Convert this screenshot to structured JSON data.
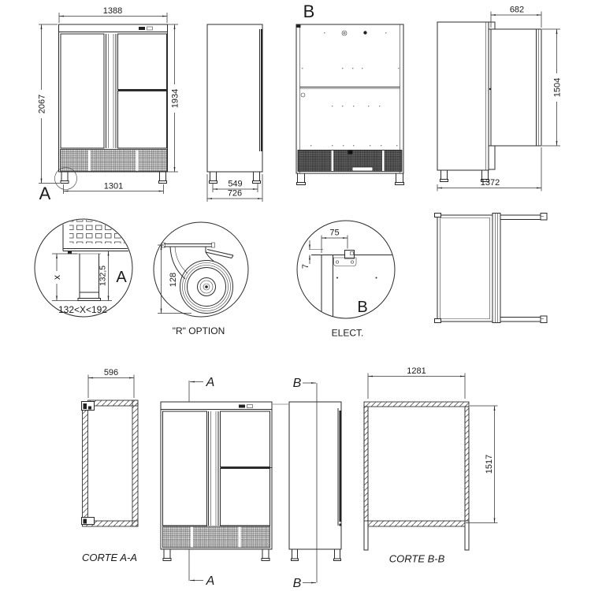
{
  "colors": {
    "line": "#2b2b2b",
    "grille_front": "#d8d8d8",
    "grille_rear": "#555555",
    "background": "#ffffff"
  },
  "views": {
    "front": {
      "label": "A",
      "dim_width_top": "1388",
      "dim_height_total": "2067",
      "dim_height_body": "1934",
      "dim_width_feet": "1301"
    },
    "side": {
      "dim_feet_spacing": "549",
      "dim_depth": "726"
    },
    "rear": {
      "label": "B"
    },
    "side_open": {
      "dim_door_width": "682",
      "dim_door_height": "1504",
      "dim_total_depth": "1372"
    },
    "detail_foot": {
      "label": "A",
      "dim_variable": "x",
      "dim_fixed": "132,5",
      "range_note": "132<X<192"
    },
    "detail_caster": {
      "dim_height": "128",
      "caption": "\"R\" OPTION"
    },
    "detail_elect": {
      "label": "B",
      "dim_horizontal": "75",
      "dim_vertical": "7",
      "caption": "ELECT."
    },
    "section_aa": {
      "dim_width": "596",
      "caption": "CORTE A-A"
    },
    "front_cut": {
      "marker_top": "A",
      "marker_bottom": "A"
    },
    "side_cut": {
      "marker_top": "B",
      "marker_bottom": "B"
    },
    "section_bb": {
      "dim_width": "1281",
      "dim_height": "1517",
      "caption": "CORTE B-B"
    }
  }
}
